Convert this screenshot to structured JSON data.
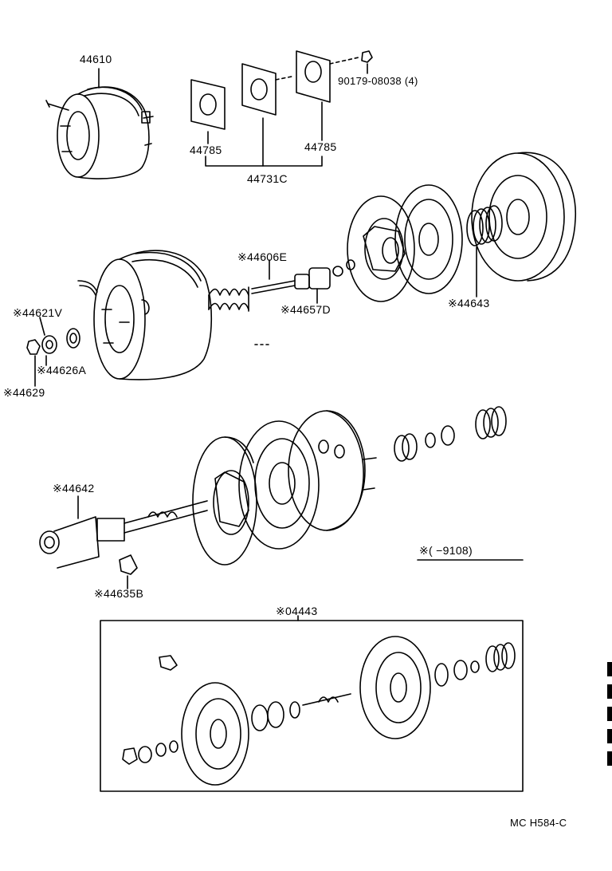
{
  "callouts": {
    "p44610": "44610",
    "p44785a": "44785",
    "p44785b": "44785",
    "p44731c": "44731C",
    "p90179": "90179-08038 (4)",
    "p44606e": "※44606E",
    "p44657d": "※44657D",
    "p44643": "※44643",
    "p44621v": "※44621V",
    "p44626a": "※44626A",
    "p44629": "※44629",
    "p44642": "※44642",
    "p44635b": "※44635B",
    "p04443": "※04443"
  },
  "note": {
    "range": "※(      −9108)"
  },
  "footer": {
    "code": "MC  H584-C"
  }
}
